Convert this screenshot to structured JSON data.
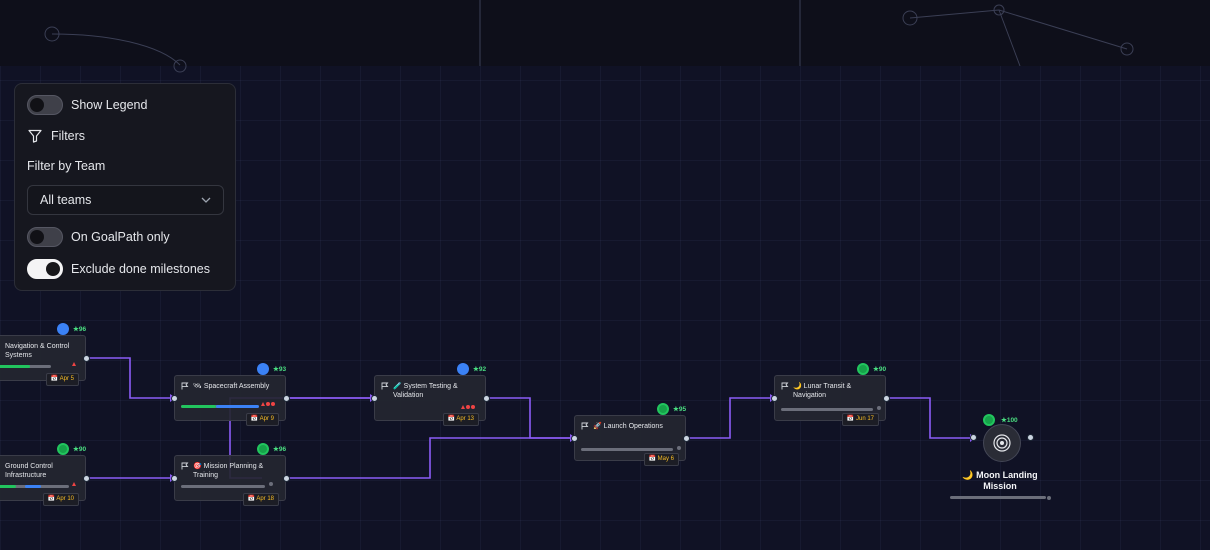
{
  "filters_panel": {
    "show_legend_label": "Show Legend",
    "show_legend_on": false,
    "filters_label": "Filters",
    "filter_by_team_label": "Filter by Team",
    "team_select_value": "All teams",
    "goalpath_only_label": "On GoalPath only",
    "goalpath_only_on": false,
    "exclude_done_label": "Exclude done milestones",
    "exclude_done_on": true
  },
  "nodes": [
    {
      "id": "nav",
      "title": "Navigation & Control Systems",
      "icon": "",
      "score": "96",
      "date": "Apr 5",
      "avatar": "blue",
      "progress": [
        {
          "color": "#22c55e",
          "from": 0,
          "to": 0.75
        }
      ]
    },
    {
      "id": "ground",
      "title": "Ground Control Infrastructure",
      "icon": "",
      "score": "90",
      "date": "Apr 10",
      "avatar": "green",
      "progress": [
        {
          "color": "#22c55e",
          "from": 0,
          "to": 0.3
        },
        {
          "color": "#3b82f6",
          "from": 0.3,
          "to": 0.55
        }
      ]
    },
    {
      "id": "assembly",
      "title": "Spacecraft Assembly",
      "icon": "🛰",
      "score": "93",
      "date": "Apr 9",
      "avatar": "blue",
      "progress": [
        {
          "color": "#22c55e",
          "from": 0,
          "to": 0.45
        },
        {
          "color": "#3b82f6",
          "from": 0.45,
          "to": 1.0
        }
      ]
    },
    {
      "id": "planning",
      "title": "Mission Planning & Training",
      "icon": "🎯",
      "score": "96",
      "date": "Apr 18",
      "avatar": "green",
      "progress": []
    },
    {
      "id": "testing",
      "title": "System Testing & Validation",
      "icon": "🧪",
      "score": "92",
      "date": "Apr 13",
      "avatar": "blue",
      "progress": []
    },
    {
      "id": "launch",
      "title": "Launch Operations",
      "icon": "🚀",
      "score": "95",
      "date": "May 6",
      "avatar": "green",
      "progress": []
    },
    {
      "id": "lunar",
      "title": "Lunar Transit & Navigation",
      "icon": "🌙",
      "score": "90",
      "date": "Jun 17",
      "avatar": "green",
      "progress": []
    }
  ],
  "goal": {
    "title": "🌙 Moon Landing Mission",
    "score": "100"
  },
  "colors": {
    "edge": "#8b5cf6",
    "accent_green": "#22c55e",
    "accent_blue": "#3b82f6",
    "date_text": "#fbbf24"
  }
}
